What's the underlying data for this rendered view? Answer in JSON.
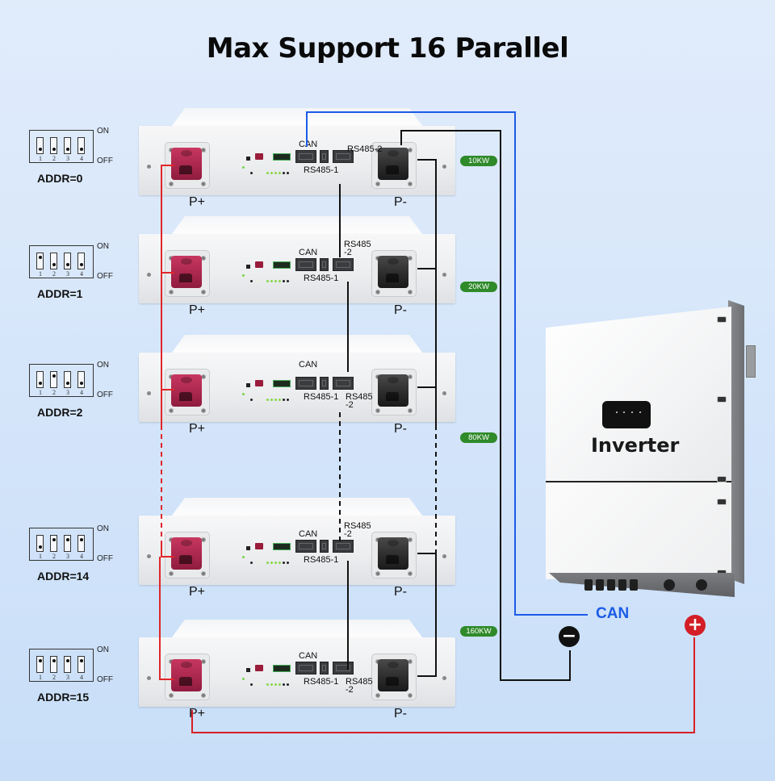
{
  "title": "Max Support 16 Parallel",
  "dip_switch": {
    "on_label": "ON",
    "off_label": "OFF",
    "switch_numbers": [
      "1",
      "2",
      "3",
      "4"
    ]
  },
  "modules": [
    {
      "address": "ADDR=0",
      "switches_on": [
        false,
        false,
        false,
        false
      ],
      "power_badge": "10KW",
      "pos_label": "P+",
      "neg_label": "P-",
      "can_label": "CAN",
      "rs485_1_label": "RS485-1",
      "rs485_2_label": "RS485-2"
    },
    {
      "address": "ADDR=1",
      "switches_on": [
        true,
        false,
        false,
        false
      ],
      "power_badge": "20KW",
      "pos_label": "P+",
      "neg_label": "P-",
      "can_label": "CAN",
      "rs485_1_label": "RS485-1",
      "rs485_2_label": "RS485\n-2"
    },
    {
      "address": "ADDR=2",
      "switches_on": [
        false,
        true,
        false,
        false
      ],
      "power_badge": "80KW",
      "pos_label": "P+",
      "neg_label": "P-",
      "can_label": "CAN",
      "rs485_1_label": "RS485-1",
      "rs485_2_label": "RS485\n-2"
    },
    {
      "address": "ADDR=14",
      "switches_on": [
        false,
        true,
        true,
        true
      ],
      "power_badge": "160KW",
      "pos_label": "P+",
      "neg_label": "P-",
      "can_label": "CAN",
      "rs485_1_label": "RS485-1",
      "rs485_2_label": "RS485\n-2"
    },
    {
      "address": "ADDR=15",
      "switches_on": [
        true,
        true,
        true,
        true
      ],
      "power_badge": null,
      "pos_label": "P+",
      "neg_label": "P-",
      "can_label": "CAN",
      "rs485_1_label": "RS485-1",
      "rs485_2_label": "RS485\n-2"
    }
  ],
  "inverter": {
    "label": "Inverter"
  },
  "connections": {
    "can_label": "CAN",
    "negative_icon": "minus-circle-icon",
    "positive_icon": "plus-circle-icon",
    "colors": {
      "positive": "#e0262b",
      "negative": "#111111",
      "can": "#1b5be6",
      "badge": "#2f8a2a"
    }
  }
}
